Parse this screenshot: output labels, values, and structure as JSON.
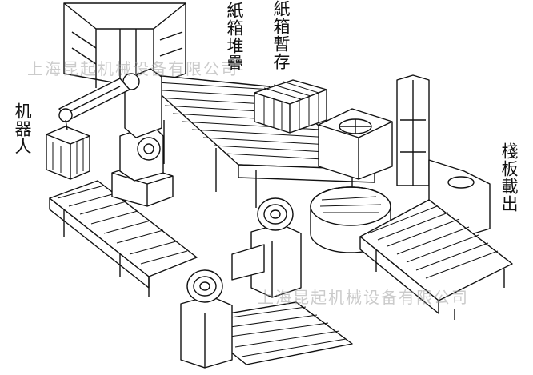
{
  "labels": {
    "robot": "机器人",
    "carton_stacking": "紙箱堆疊",
    "carton_storage": "紙箱暫存",
    "pallet_output": "棧板載出"
  },
  "watermarks": {
    "top": "上海昆起机械设备有限公司",
    "bottom": "上海昆起机械设备有限公司"
  },
  "colors": {
    "line": "#111111",
    "background": "#ffffff",
    "watermark": "#a0a0a0"
  }
}
